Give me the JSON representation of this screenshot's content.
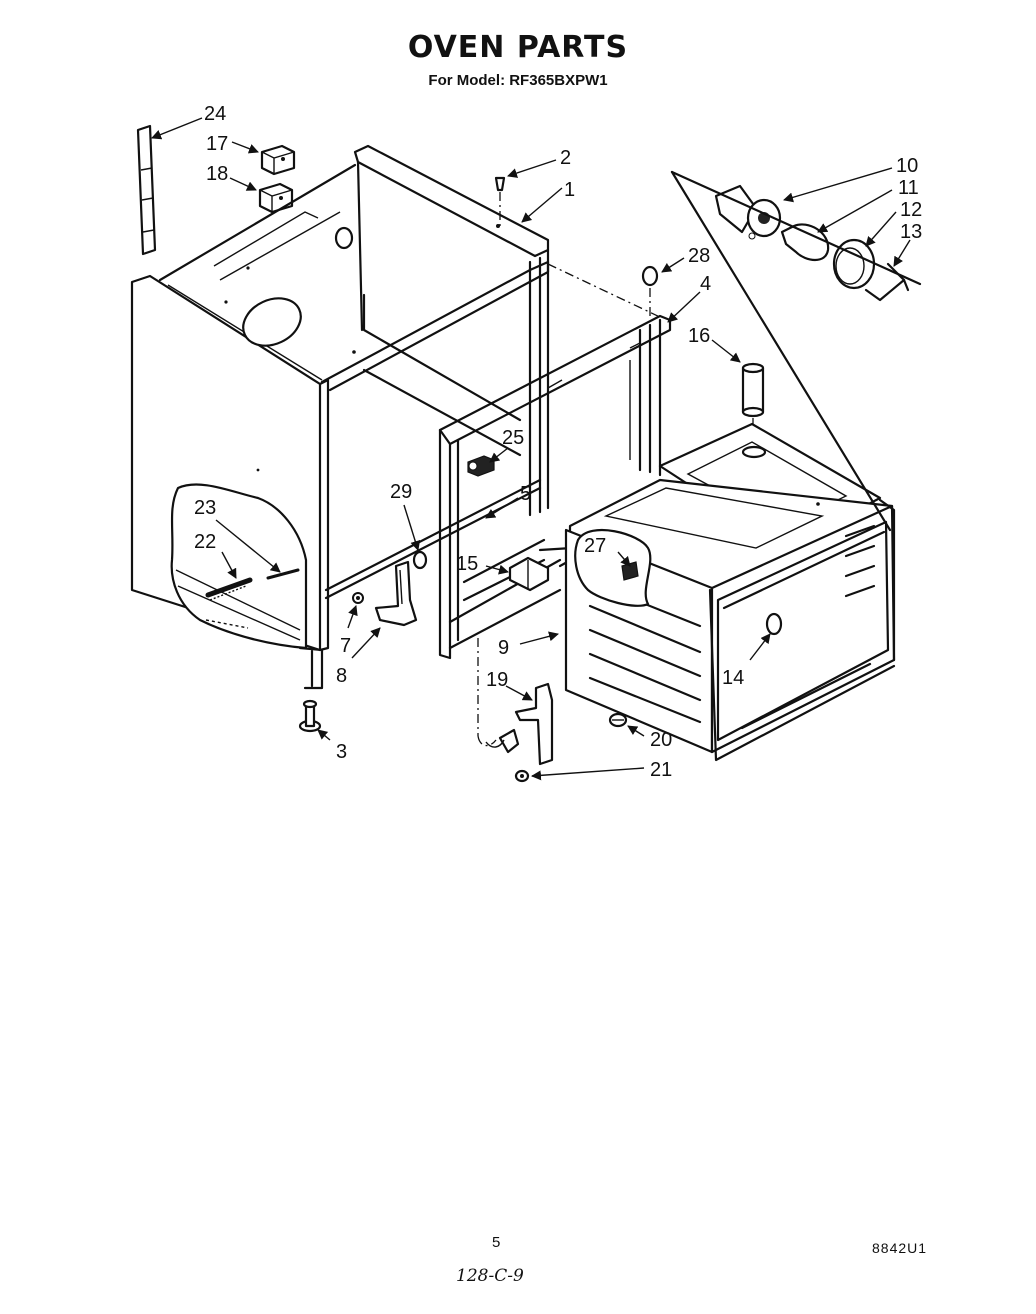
{
  "header": {
    "title": "OVEN PARTS",
    "model": "For Model: RF365BXPW1"
  },
  "footer": {
    "page_number": "5",
    "doc_code": "8842U1",
    "handwritten_note": "128-C-9"
  },
  "callouts": {
    "c1": "1",
    "c2": "2",
    "c3": "3",
    "c4": "4",
    "c5": "5",
    "c7": "7",
    "c8": "8",
    "c9": "9",
    "c10": "10",
    "c11": "11",
    "c12": "12",
    "c13": "13",
    "c14": "14",
    "c15": "15",
    "c16": "16",
    "c17": "17",
    "c18": "18",
    "c19": "19",
    "c20": "20",
    "c21": "21",
    "c22": "22",
    "c23": "23",
    "c24": "24",
    "c25": "25",
    "c27": "27",
    "c28": "28",
    "c29": "29"
  }
}
